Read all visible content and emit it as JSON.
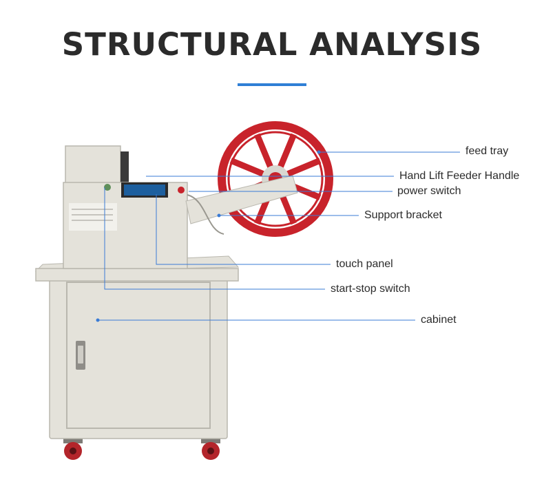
{
  "title": "STRUCTURAL ANALYSIS",
  "colors": {
    "title": "#2b2b2b",
    "accent": "#2f7fd6",
    "leader_line": "#3a7bd5",
    "machine_body": "#e4e2da",
    "machine_shadow": "#b9b7ae",
    "wheel_red": "#c8232b",
    "screen": "#1d5f9e"
  },
  "callouts": [
    {
      "label": "feed tray"
    },
    {
      "label": "Hand Lift Feeder Handle"
    },
    {
      "label": "power switch"
    },
    {
      "label": "Support bracket"
    },
    {
      "label": "touch panel"
    },
    {
      "label": "start-stop switch"
    },
    {
      "label": "cabinet"
    }
  ]
}
